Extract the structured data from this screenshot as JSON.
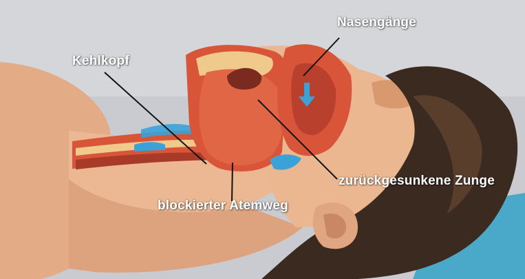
{
  "labels": {
    "nasal_passages": "Nasengänge",
    "larynx": "Kehlkopf",
    "tongue": "zurückgesunkene Zunge",
    "airway": "blockierter Atemweg"
  },
  "colors": {
    "background": "#c9cbd0",
    "skin": "#e9b48f",
    "skin_shadow": "#c98e6a",
    "tissue": "#d9553a",
    "tissue_dark": "#a83a28",
    "cavity": "#7a2a1e",
    "airway_blue": "#3aa2d8",
    "hair": "#3a2a20",
    "mat": "#4aa8c8",
    "label_text": "#ffffff",
    "pointer_line": "#111111"
  }
}
